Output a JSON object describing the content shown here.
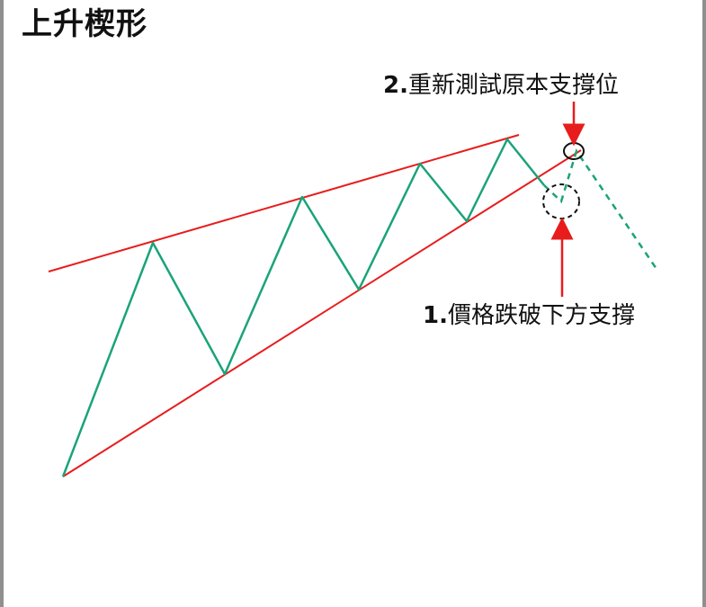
{
  "title": "上升楔形",
  "annotations": {
    "retest": {
      "number": "2.",
      "text": "重新測試原本支撐位"
    },
    "breakdown": {
      "number": "1.",
      "text": "價格跌破下方支撐"
    }
  },
  "colors": {
    "resistance_line": "#e81c1c",
    "support_line": "#e81c1c",
    "price_path": "#1aa37a",
    "arrow": "#e81c1c",
    "marker_circle": "#111111"
  }
}
